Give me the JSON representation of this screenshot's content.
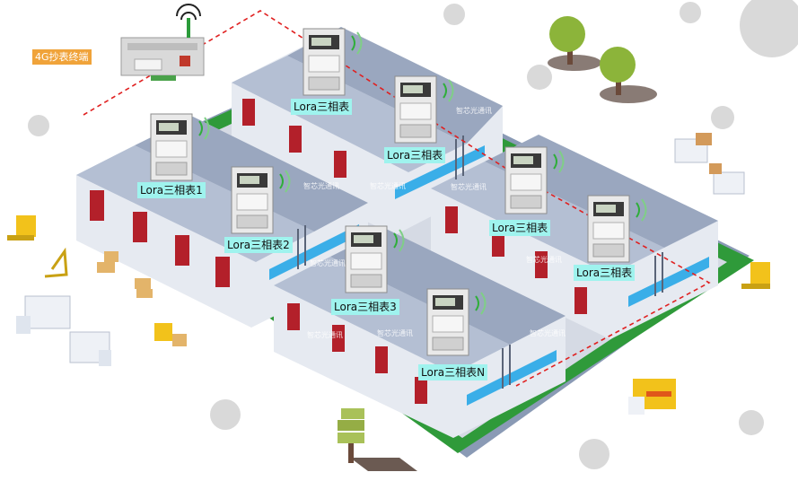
{
  "terminal": {
    "label": "4G抄表终端"
  },
  "meters": [
    {
      "label": "Lora三相表"
    },
    {
      "label": "Lora三相表"
    },
    {
      "label": "Lora三相表1"
    },
    {
      "label": "Lora三相表2"
    },
    {
      "label": "Lora三相表"
    },
    {
      "label": "Lora三相表"
    },
    {
      "label": "Lora三相表3"
    },
    {
      "label": "Lora三相表N"
    }
  ],
  "watermark": "智芯光通讯",
  "colors": {
    "label_bg": "#9ff3ee",
    "terminal_label_bg": "#f0a33a",
    "link_line": "#e02020",
    "roof": "#b4bfd3",
    "wall": "#e6eaf1",
    "door": "#b3202a",
    "window": "#3aaee8",
    "grass": "#2f9a3a",
    "ground": "#8a9ab5"
  }
}
